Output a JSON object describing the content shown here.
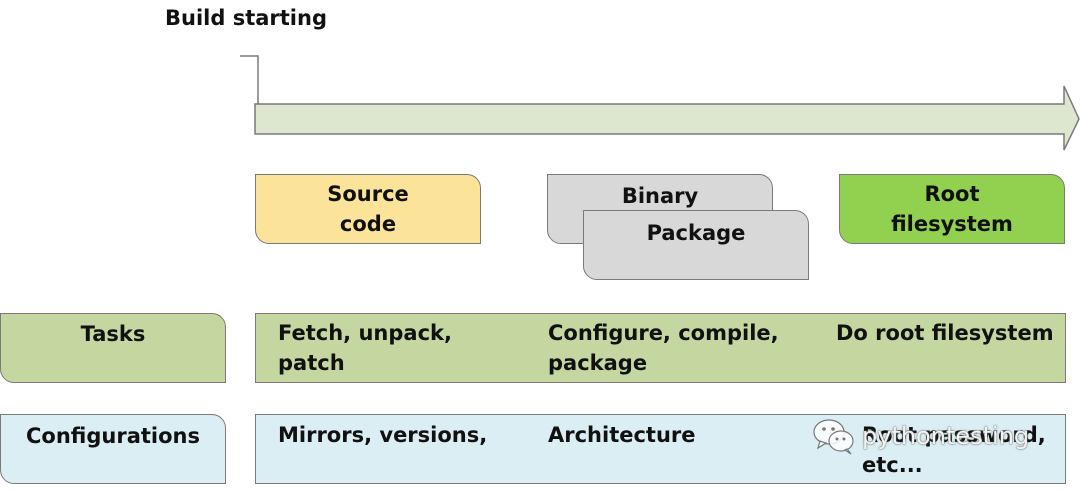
{
  "title": "Build starting",
  "stages": {
    "source_line1": "Source",
    "source_line2": "code",
    "binary": "Binary",
    "package": "Package",
    "rootfs_line1": "Root",
    "rootfs_line2": "filesystem"
  },
  "rows": {
    "tasks_label": "Tasks",
    "configurations_label": "Configurations"
  },
  "tasks": {
    "col1_line1": "Fetch, unpack,",
    "col1_line2": "patch",
    "col2_line1": "Configure, compile,",
    "col2_line2": "package",
    "col3_line1": "Do root filesystem"
  },
  "configurations": {
    "col1_line1": "Mirrors, versions,",
    "col2_line1": "Architecture",
    "col3_line1": "Root password,",
    "col3_line2": "etc..."
  },
  "watermark": {
    "text": "pythontesting",
    "icon": "wechat-icon"
  },
  "colors": {
    "arrow_fill": "#dde6cf",
    "source": "#fbe39a",
    "binary": "#d8d8d8",
    "rootfs": "#92d050",
    "tasks": "#c4d7a1",
    "configurations": "#daeef3"
  }
}
